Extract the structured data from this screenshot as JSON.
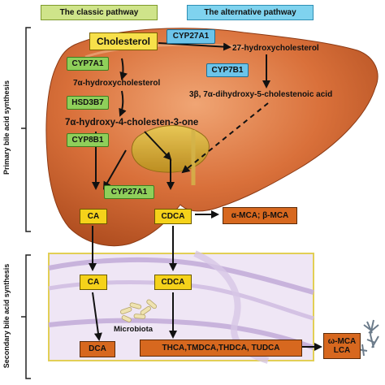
{
  "headers": {
    "classic": "The classic pathway",
    "alternative": "The alternative pathway"
  },
  "side_labels": {
    "primary": "Primary bile acid synthesis",
    "secondary": "Secondary bile acid synthesis"
  },
  "liver": {
    "cholesterol": "Cholesterol",
    "cyp27a1_top": "CYP27A1",
    "hydroxychol27": "27-hydroxycholesterol",
    "cyp7a1": "CYP7A1",
    "cyp7b1": "CYP7B1",
    "hydroxychol7a": "7α-hydroxycholesterol",
    "hsd3b7": "HSD3B7",
    "dihydroxy": "3β, 7α-dihydroxy-5-cholestenoic acid",
    "cholestenone": "7α-hydroxy-4-cholesten-3-one",
    "cyp8b1": "CYP8B1",
    "cyp27a1_low": "CYP27A1",
    "ca": "CA",
    "cdca": "CDCA",
    "mca": "α-MCA; β-MCA"
  },
  "intestine": {
    "ca": "CA",
    "cdca": "CDCA",
    "microbiota": "Microbiota",
    "dca": "DCA",
    "conjugates": "THCA,TMDCA,THDCA, TUDCA",
    "wmca": "ω-MCA\nLCA"
  },
  "colors": {
    "liver": "#d9703a",
    "gallbladder": "#d7b23a",
    "intestine": "#e4d6ef",
    "yellow_box": "#f5d21a",
    "orange_box": "#d7681f",
    "green_enzyme": "#8fcf5a",
    "blue_enzyme": "#6cc4ea"
  }
}
